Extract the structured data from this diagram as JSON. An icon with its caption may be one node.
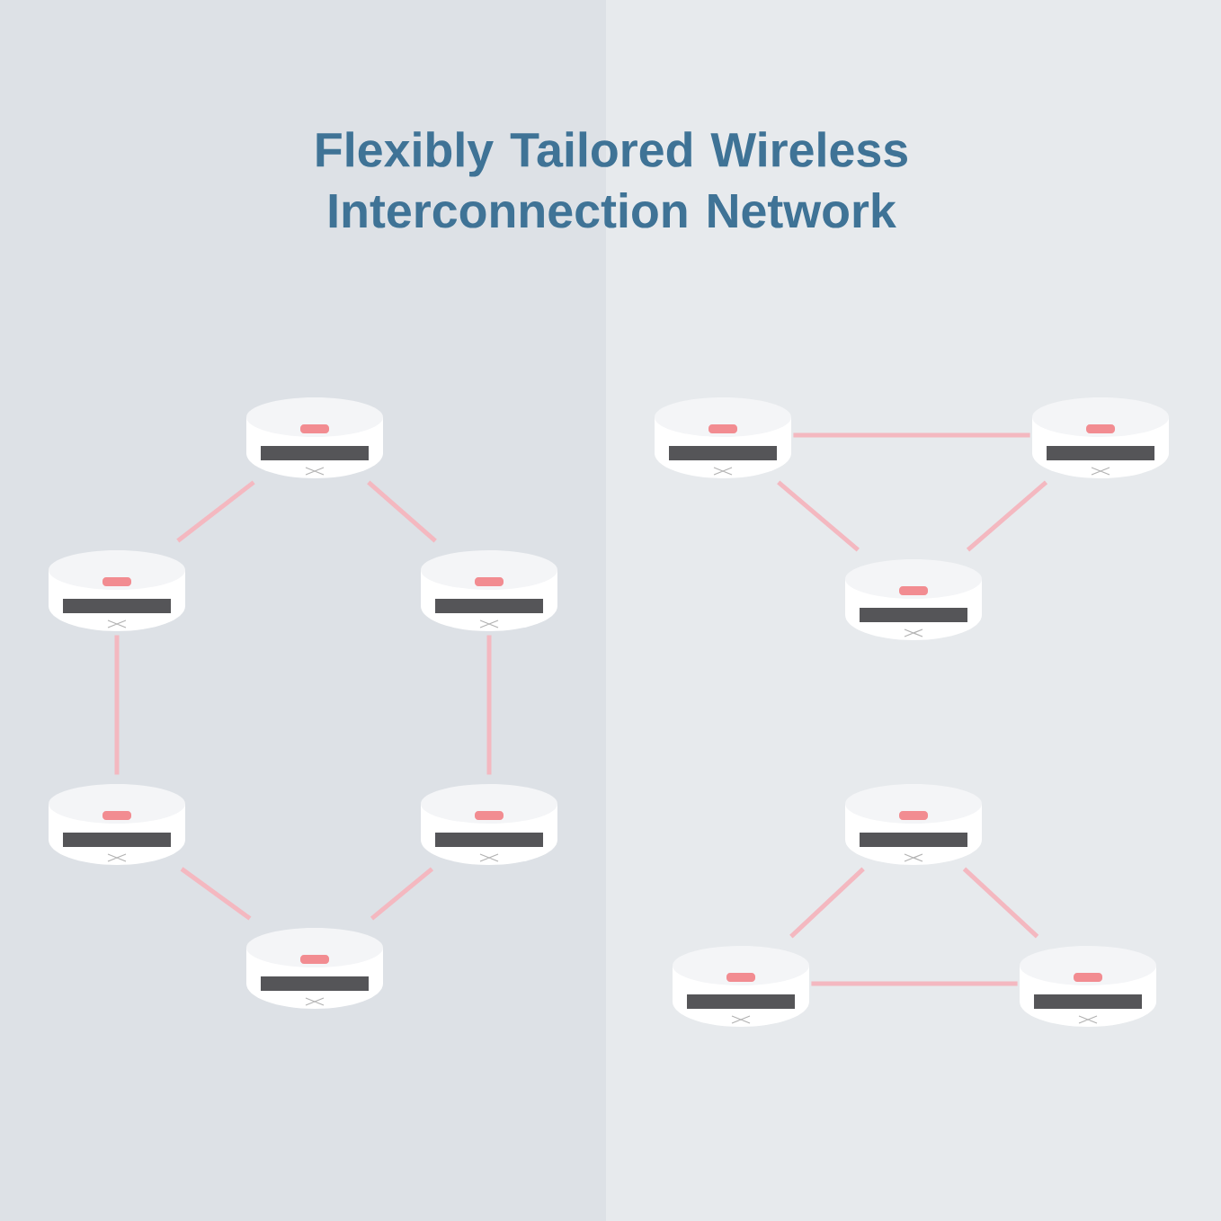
{
  "diagram": {
    "title": "Flexibly Tailored Wireless Interconnection Network",
    "nodes": [
      {
        "text": [],
        "shape": "picture"
      },
      {
        "text": [],
        "shape": "picture"
      },
      {
        "text": [],
        "shape": "picture"
      },
      {
        "text": [],
        "shape": "picture"
      },
      {
        "text": [],
        "shape": "picture"
      },
      {
        "text": [],
        "shape": "picture"
      },
      {
        "text": [],
        "shape": "picture"
      },
      {
        "text": [],
        "shape": "picture"
      },
      {
        "text": [],
        "shape": "picture"
      },
      {
        "text": [],
        "shape": "picture"
      },
      {
        "text": [],
        "shape": "picture"
      },
      {
        "text": [],
        "shape": "picture"
      }
    ],
    "edges": [
      {
        "from": 0,
        "to": 3,
        "arrow": "none"
      },
      {
        "from": 0,
        "to": 4,
        "arrow": "none"
      },
      {
        "from": 3,
        "to": 6,
        "arrow": "none"
      },
      {
        "from": 4,
        "to": 7,
        "arrow": "none"
      },
      {
        "from": 6,
        "to": 9,
        "arrow": "none"
      },
      {
        "from": 7,
        "to": 9,
        "arrow": "none"
      },
      {
        "from": 1,
        "to": 2,
        "arrow": "none"
      },
      {
        "from": 1,
        "to": 5,
        "arrow": "none"
      },
      {
        "from": 2,
        "to": 5,
        "arrow": "none"
      },
      {
        "from": 8,
        "to": 10,
        "arrow": "none"
      },
      {
        "from": 8,
        "to": 11,
        "arrow": "none"
      },
      {
        "from": 10,
        "to": 11,
        "arrow": "none"
      }
    ]
  }
}
